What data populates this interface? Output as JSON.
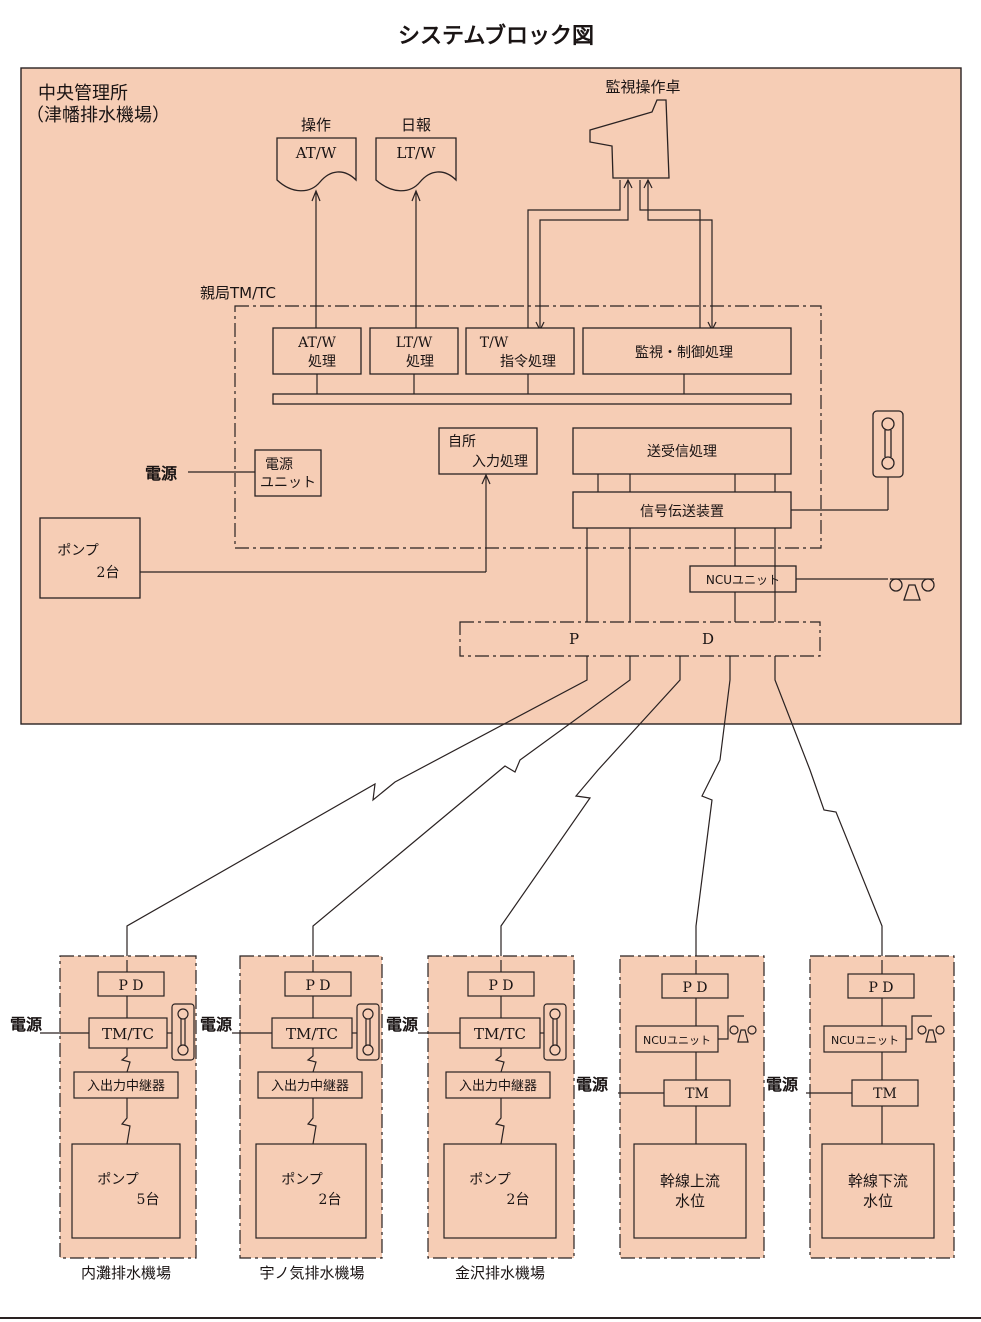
{
  "title": "システムブロック図",
  "colors": {
    "fill": "#f6cdb5",
    "stroke": "#2a2222",
    "background": "#ffffff"
  },
  "central": {
    "name_line1": "中央管理所",
    "name_line2": "（津幡排水機場）",
    "operation_label": "操作",
    "operation_device": "AT/W",
    "daily_label": "日報",
    "daily_device": "LT/W",
    "console_label": "監視操作卓",
    "master_label": "親局TM/TC",
    "atw_line1": "AT/W",
    "atw_line2": "処理",
    "ltw_line1": "LT/W",
    "ltw_line2": "処理",
    "tw_line1": "T/W",
    "tw_line2": "指令処理",
    "monitor_control": "監視・制御処理",
    "self_input_line1": "自所",
    "self_input_line2": "入力処理",
    "power_label": "電源",
    "power_unit_line1": "電源",
    "power_unit_line2": "ユニット",
    "transceiver": "送受信処理",
    "signal_transmission": "信号伝送装置",
    "ncu": "NCUユニット",
    "pump_line1": "ポンプ",
    "pump_line2": "2台",
    "pd_p": "P",
    "pd_d": "D"
  },
  "stations": [
    {
      "name": "内灘排水機場",
      "pd": "P D",
      "power": "電源",
      "tmtc": "TM/TC",
      "relay": "入出力中継器",
      "pump_line1": "ポンプ",
      "pump_line2": "5台"
    },
    {
      "name": "宇ノ気排水機場",
      "pd": "P D",
      "power": "電源",
      "tmtc": "TM/TC",
      "relay": "入出力中継器",
      "pump_line1": "ポンプ",
      "pump_line2": "2台"
    },
    {
      "name": "金沢排水機場",
      "pd": "P D",
      "power": "電源",
      "tmtc": "TM/TC",
      "relay": "入出力中継器",
      "pump_line1": "ポンプ",
      "pump_line2": "2台"
    },
    {
      "name": "",
      "pd": "P D",
      "power": "電源",
      "ncu": "NCUユニット",
      "tm": "TM",
      "water_line1": "幹線上流",
      "water_line2": "水位"
    },
    {
      "name": "",
      "pd": "P D",
      "power": "電源",
      "ncu": "NCUユニット",
      "tm": "TM",
      "water_line1": "幹線下流",
      "water_line2": "水位"
    }
  ]
}
